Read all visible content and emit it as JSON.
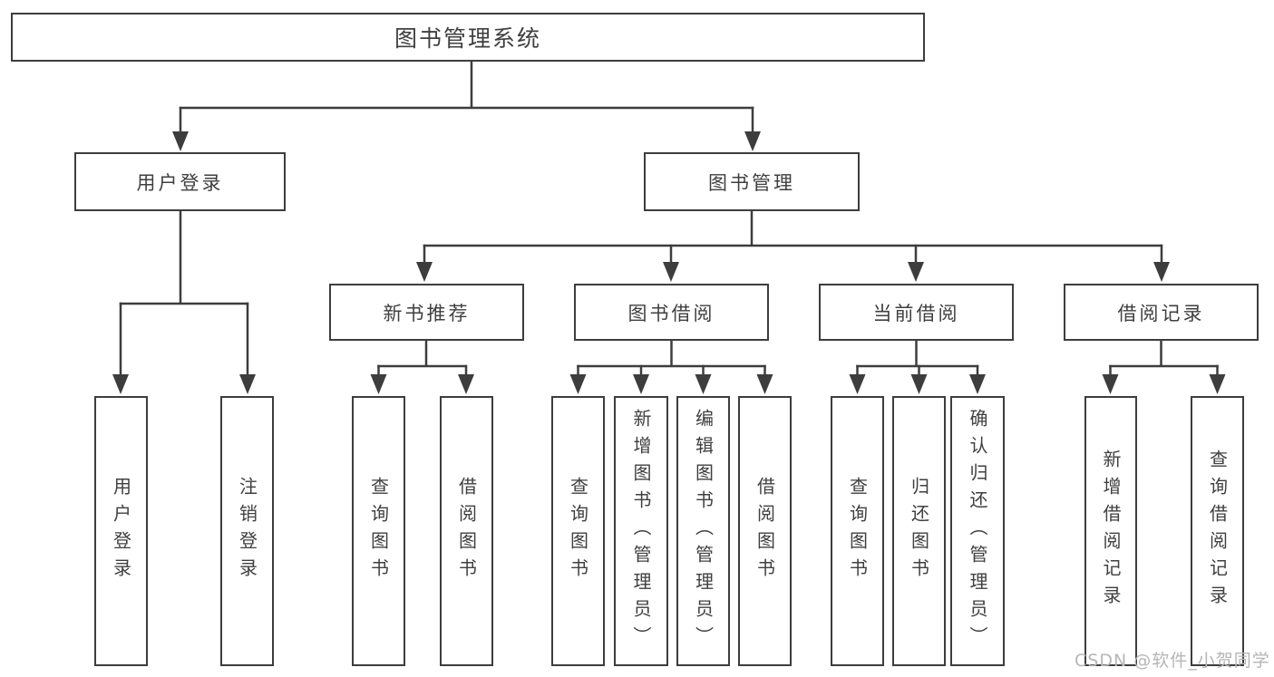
{
  "colors": {
    "line": "#3d3d3d",
    "box_border": "#3d3d3d",
    "text": "#3f3f3f",
    "background": "#ffffff",
    "watermark": "#b6b6b6"
  },
  "watermark": {
    "text": "CSDN @软件_小贺同学"
  },
  "tree": {
    "root": {
      "label": "图书管理系统"
    },
    "level2": [
      {
        "label": "用户登录",
        "children": [
          {
            "label": "用户登录"
          },
          {
            "label": "注销登录"
          }
        ]
      },
      {
        "label": "图书管理",
        "children": [
          {
            "label": "新书推荐",
            "children": [
              {
                "label": "查询图书"
              },
              {
                "label": "借阅图书"
              }
            ]
          },
          {
            "label": "图书借阅",
            "children": [
              {
                "label": "查询图书"
              },
              {
                "label": "新增图书（管理员）"
              },
              {
                "label": "编辑图书（管理员）"
              },
              {
                "label": "借阅图书"
              }
            ]
          },
          {
            "label": "当前借阅",
            "children": [
              {
                "label": "查询图书"
              },
              {
                "label": "归还图书"
              },
              {
                "label": "确认归还（管理员）"
              }
            ]
          },
          {
            "label": "借阅记录",
            "children": [
              {
                "label": "新增借阅记录"
              },
              {
                "label": "查询借阅记录"
              }
            ]
          }
        ]
      }
    ]
  }
}
